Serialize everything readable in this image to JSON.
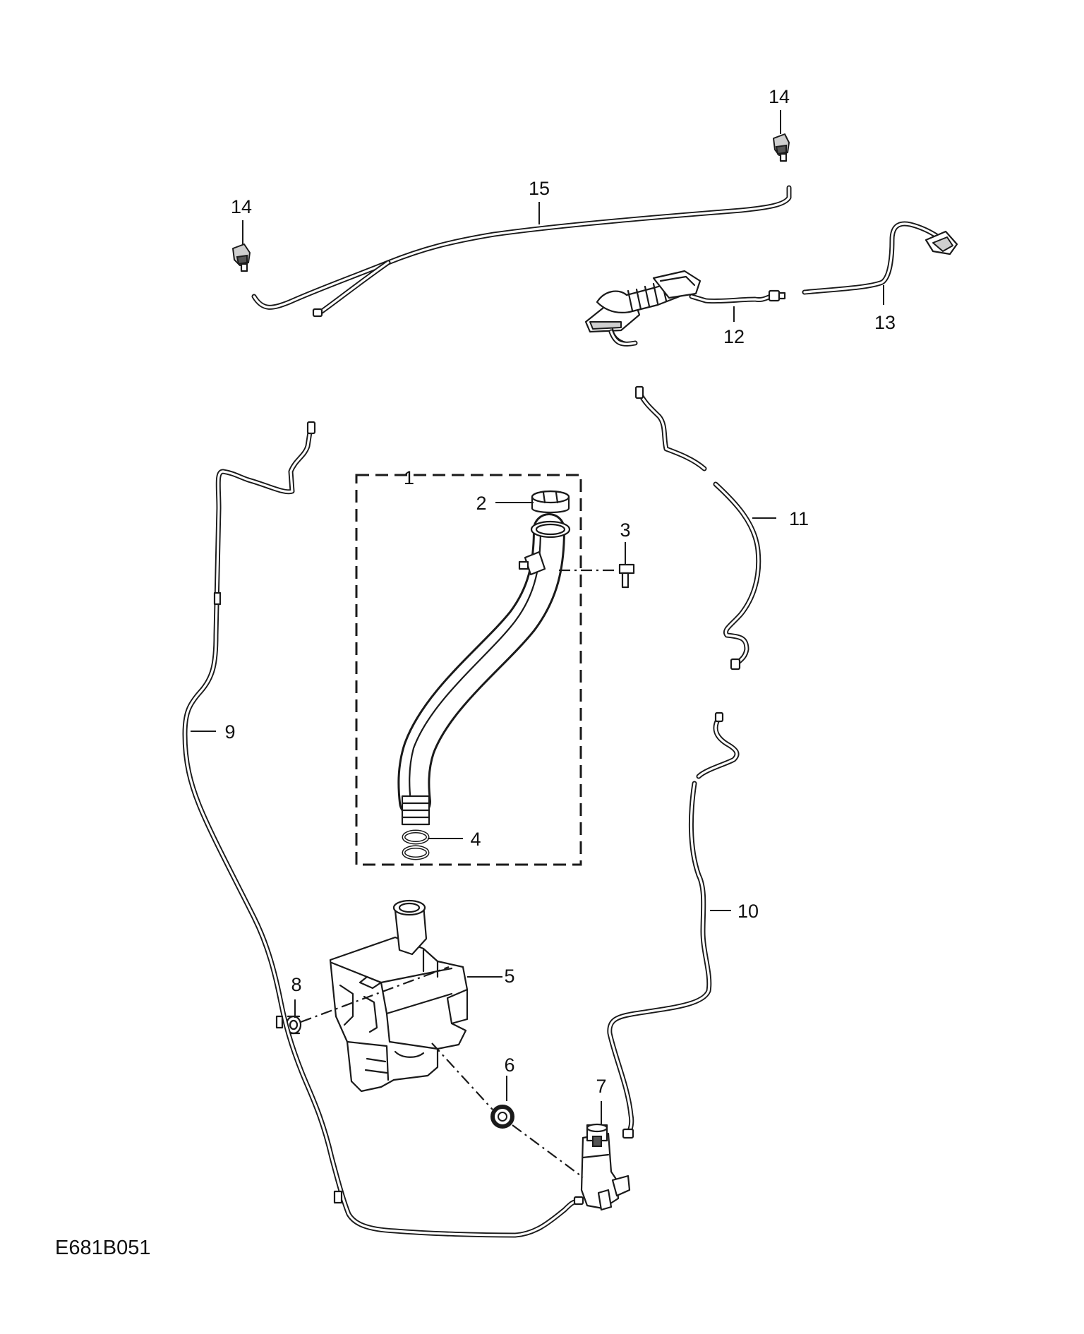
{
  "diagram": {
    "reference_code": "E681B051",
    "callouts": [
      {
        "id": "c1",
        "number": "1"
      },
      {
        "id": "c2",
        "number": "2"
      },
      {
        "id": "c3",
        "number": "3"
      },
      {
        "id": "c4",
        "number": "4"
      },
      {
        "id": "c5",
        "number": "5"
      },
      {
        "id": "c6",
        "number": "6"
      },
      {
        "id": "c7",
        "number": "7"
      },
      {
        "id": "c8",
        "number": "8"
      },
      {
        "id": "c9",
        "number": "9"
      },
      {
        "id": "c10",
        "number": "10"
      },
      {
        "id": "c11",
        "number": "11"
      },
      {
        "id": "c12",
        "number": "12"
      },
      {
        "id": "c13",
        "number": "13"
      },
      {
        "id": "c14a",
        "number": "14"
      },
      {
        "id": "c14b",
        "number": "14"
      },
      {
        "id": "c15",
        "number": "15"
      }
    ]
  }
}
